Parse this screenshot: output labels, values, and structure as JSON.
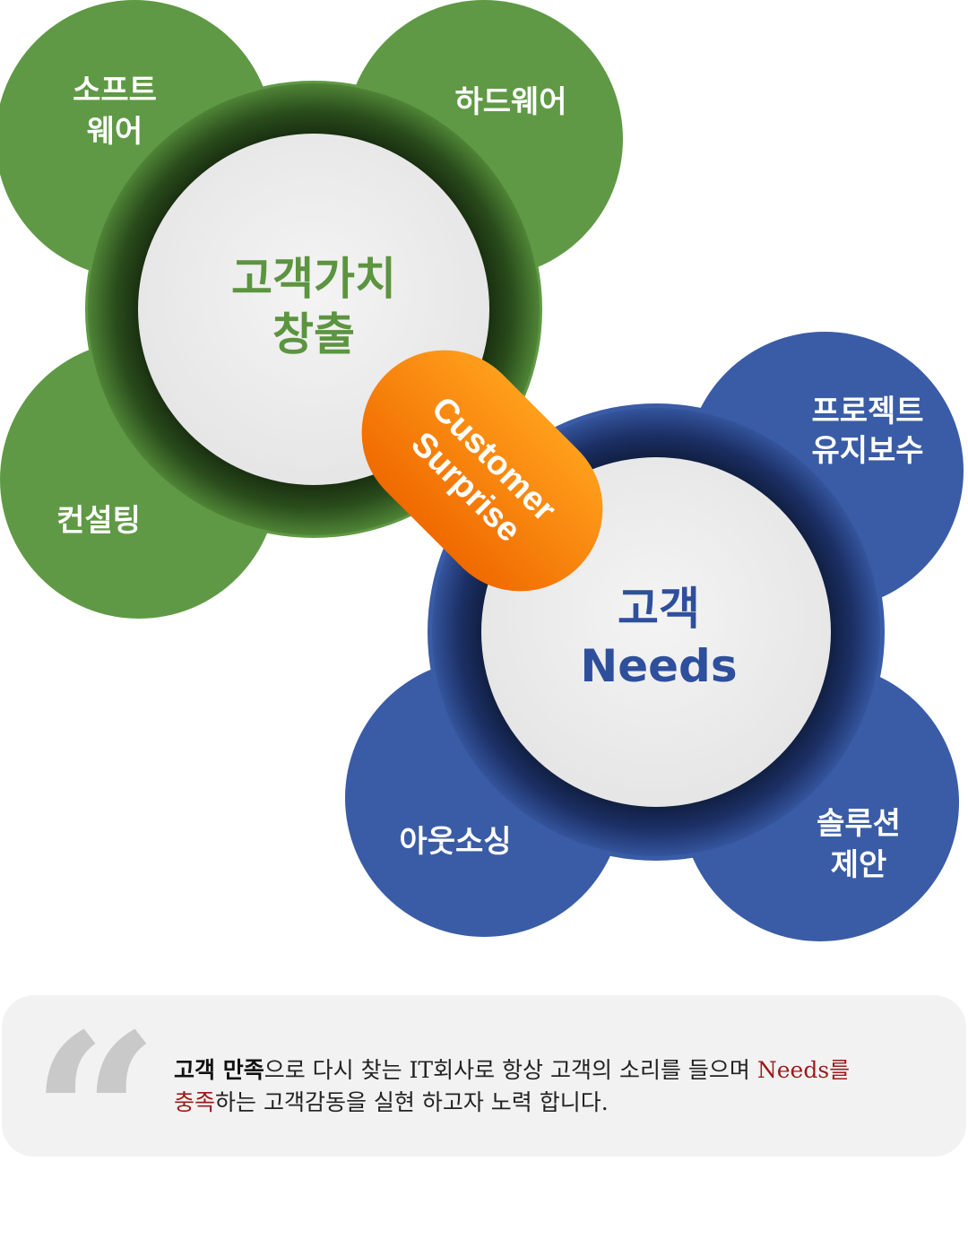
{
  "diagram": {
    "top_cluster": {
      "center_label_line1": "고객가치",
      "center_label_line2": "창출",
      "petals": {
        "top_left_line1": "소프트",
        "top_left_line2": "웨어",
        "top_right": "하드웨어",
        "bottom_left": "컨설팅"
      },
      "color": "#5f9945"
    },
    "bottom_cluster": {
      "center_label_line1": "고객",
      "center_label_line2": "Needs",
      "petals": {
        "top_right_line1": "프로젝트",
        "top_right_line2": "유지보수",
        "bottom_left": "아웃소싱",
        "bottom_right_line1": "솔루션",
        "bottom_right_line2": "제안"
      },
      "color": "#3a5ca6"
    },
    "connector": {
      "line1": "Customer",
      "line2": "Surprise",
      "color": "#f57c00"
    }
  },
  "quote": {
    "mark": "“",
    "part1_bold": "고객 만족",
    "part2": "으로 다시 찾는 IT회사로 항상 고객의 소리를 들으며 ",
    "part3_red": "Needs를",
    "part4_red": "충족",
    "part5": "하는 고객감동을 실현 하고자 노력 합니다."
  }
}
